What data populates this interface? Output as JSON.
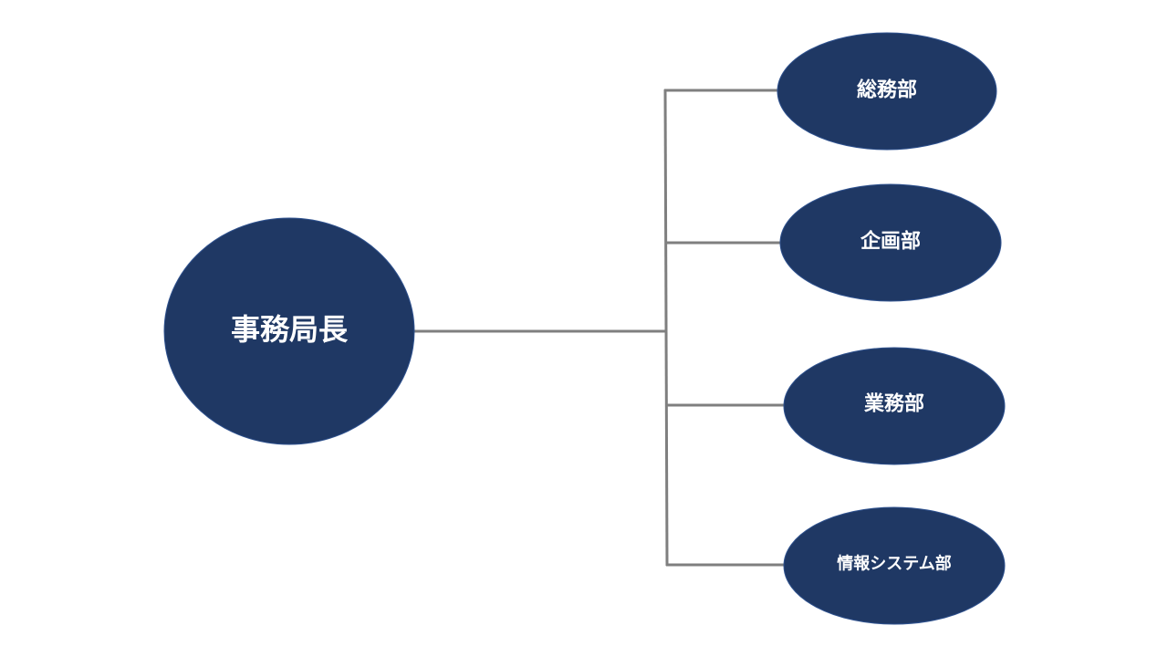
{
  "root": {
    "label": "事務局長"
  },
  "departments": [
    {
      "label": "総務部"
    },
    {
      "label": "企画部"
    },
    {
      "label": "業務部"
    },
    {
      "label": "情報システム部"
    }
  ],
  "colors": {
    "node_fill": "#1f3864",
    "connector": "#7f7f7f",
    "text": "#ffffff"
  }
}
